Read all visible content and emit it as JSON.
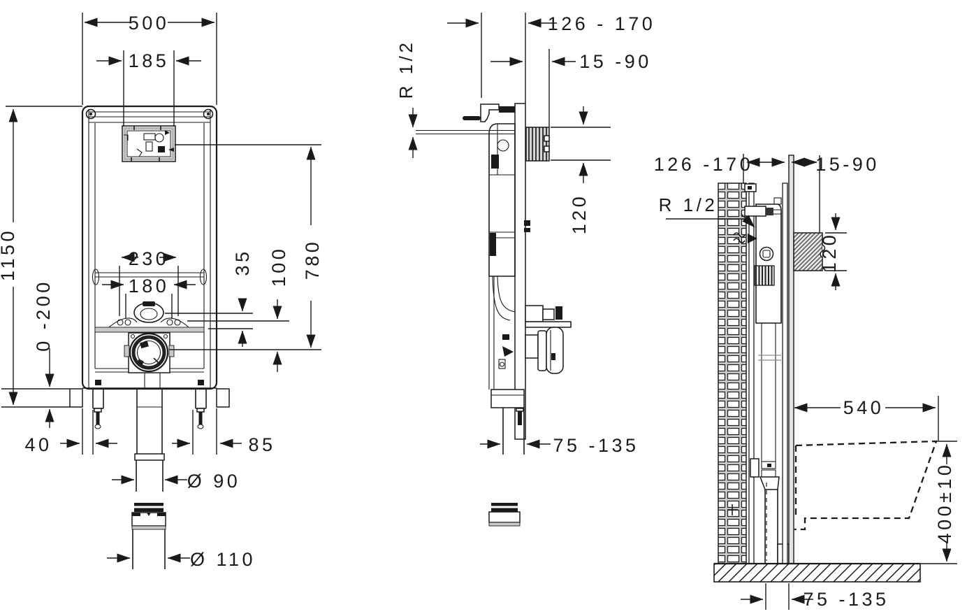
{
  "drawing": {
    "title": "in-wall toilet installation frame dimensional drawing",
    "front_view": {
      "frame_width": "500",
      "service_window_width": "185",
      "frame_height": "1150",
      "leg_adjustment": "0 -200",
      "fixing_outer_spacing": "230",
      "fixing_inner_spacing": "180",
      "offset_fixing_to_rail": "35",
      "offset_fixing_to_drain": "100",
      "flush_bend_height": "780",
      "left_edge_to_leg": "40",
      "right_edge_offset": "85",
      "drain_pipe_diameter": "Ø 90",
      "outlet_sleeve_diameter": "Ø 110"
    },
    "side_view": {
      "frame_depth_range": "126 - 170",
      "plate_depth_range": "15 -90",
      "water_connection": "R 1/2",
      "plate_cutout_height": "120",
      "outlet_distance": "75 -135"
    },
    "installation_view": {
      "frame_depth_range": "126 -170",
      "plate_depth_range": "15-90",
      "water_connection": "R 1/2",
      "plate_cutout_height": "120",
      "bowl_depth": "540",
      "bowl_height": "400±10",
      "outlet_distance": "75 -135"
    }
  }
}
